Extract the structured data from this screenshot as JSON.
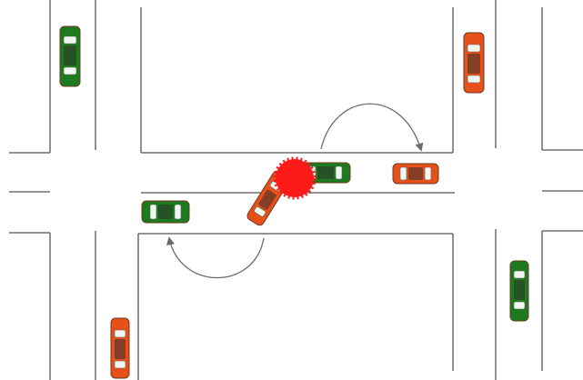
{
  "colors": {
    "background": "#ffffff",
    "road_line": "#555555",
    "arrow": "#6b6b6b",
    "car_green": "#1e7a1e",
    "car_orange": "#e8501a",
    "collision": "#ff1a1a"
  },
  "vehicles": [
    {
      "id": "car-top-left",
      "color": "green",
      "heading": "vertical"
    },
    {
      "id": "car-top-right",
      "color": "orange",
      "heading": "vertical"
    },
    {
      "id": "car-center-green",
      "color": "green",
      "heading": "horizontal"
    },
    {
      "id": "car-right-orange",
      "color": "orange",
      "heading": "horizontal"
    },
    {
      "id": "car-left-green",
      "color": "green",
      "heading": "horizontal"
    },
    {
      "id": "car-turning-orange",
      "color": "orange",
      "heading": "diagonal"
    },
    {
      "id": "car-bottom-left",
      "color": "orange",
      "heading": "vertical"
    },
    {
      "id": "car-bottom-right",
      "color": "green",
      "heading": "vertical"
    }
  ],
  "markers": {
    "collision": "collision-burst-icon",
    "arrows": [
      "u-turn-arrow-top",
      "u-turn-arrow-bottom"
    ]
  }
}
